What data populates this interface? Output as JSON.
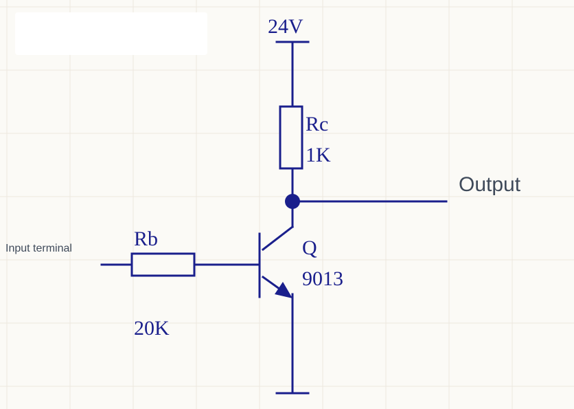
{
  "colors": {
    "wire": "#1a1f8c",
    "background": "#fbfaf6",
    "grid": "#ece8df",
    "annotation": "#3f4a5a"
  },
  "labels": {
    "supply": "24V",
    "rc_name": "Rc",
    "rc_value": "1K",
    "rb_name": "Rb",
    "rb_value": "20K",
    "q_name": "Q",
    "q_part": "9013",
    "output": "Output",
    "input": "Input terminal"
  }
}
